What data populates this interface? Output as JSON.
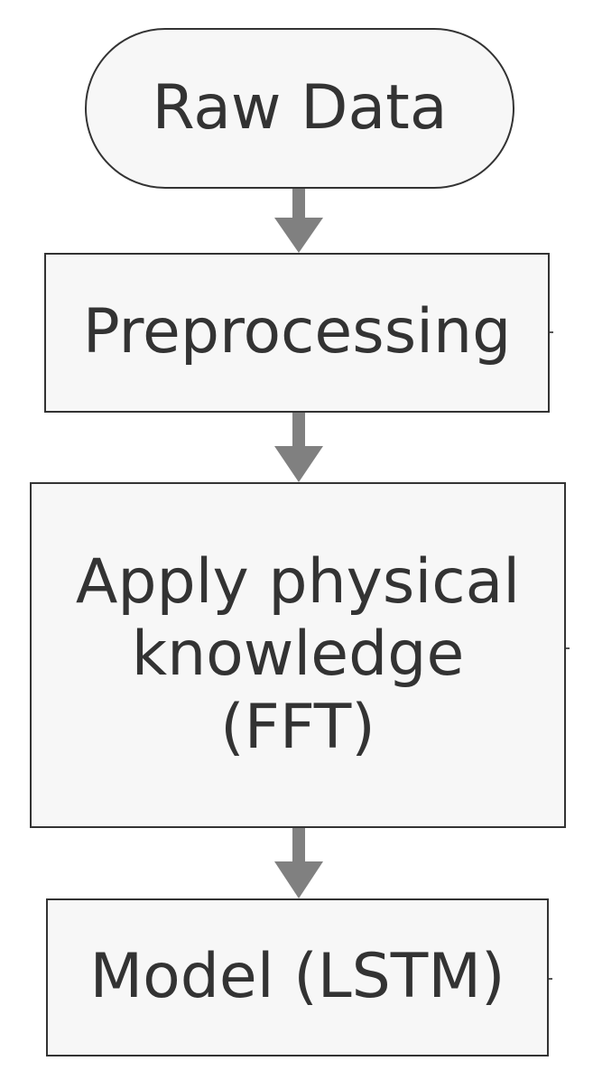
{
  "diagram": {
    "type": "flowchart",
    "nodes": [
      {
        "id": "raw",
        "shape": "terminator",
        "label": "Raw Data"
      },
      {
        "id": "pre",
        "shape": "process",
        "label": "Preprocessing"
      },
      {
        "id": "fft",
        "shape": "process",
        "label_lines": [
          "Apply physical",
          "knowledge",
          "(FFT)"
        ]
      },
      {
        "id": "model",
        "shape": "process",
        "label": "Model (LSTM)"
      }
    ],
    "edges": [
      {
        "from": "raw",
        "to": "pre"
      },
      {
        "from": "pre",
        "to": "fft"
      },
      {
        "from": "fft",
        "to": "model"
      }
    ],
    "colors": {
      "node_fill": "#f7f7f7",
      "node_border": "#333333",
      "text": "#333333",
      "arrow": "#808080"
    }
  }
}
